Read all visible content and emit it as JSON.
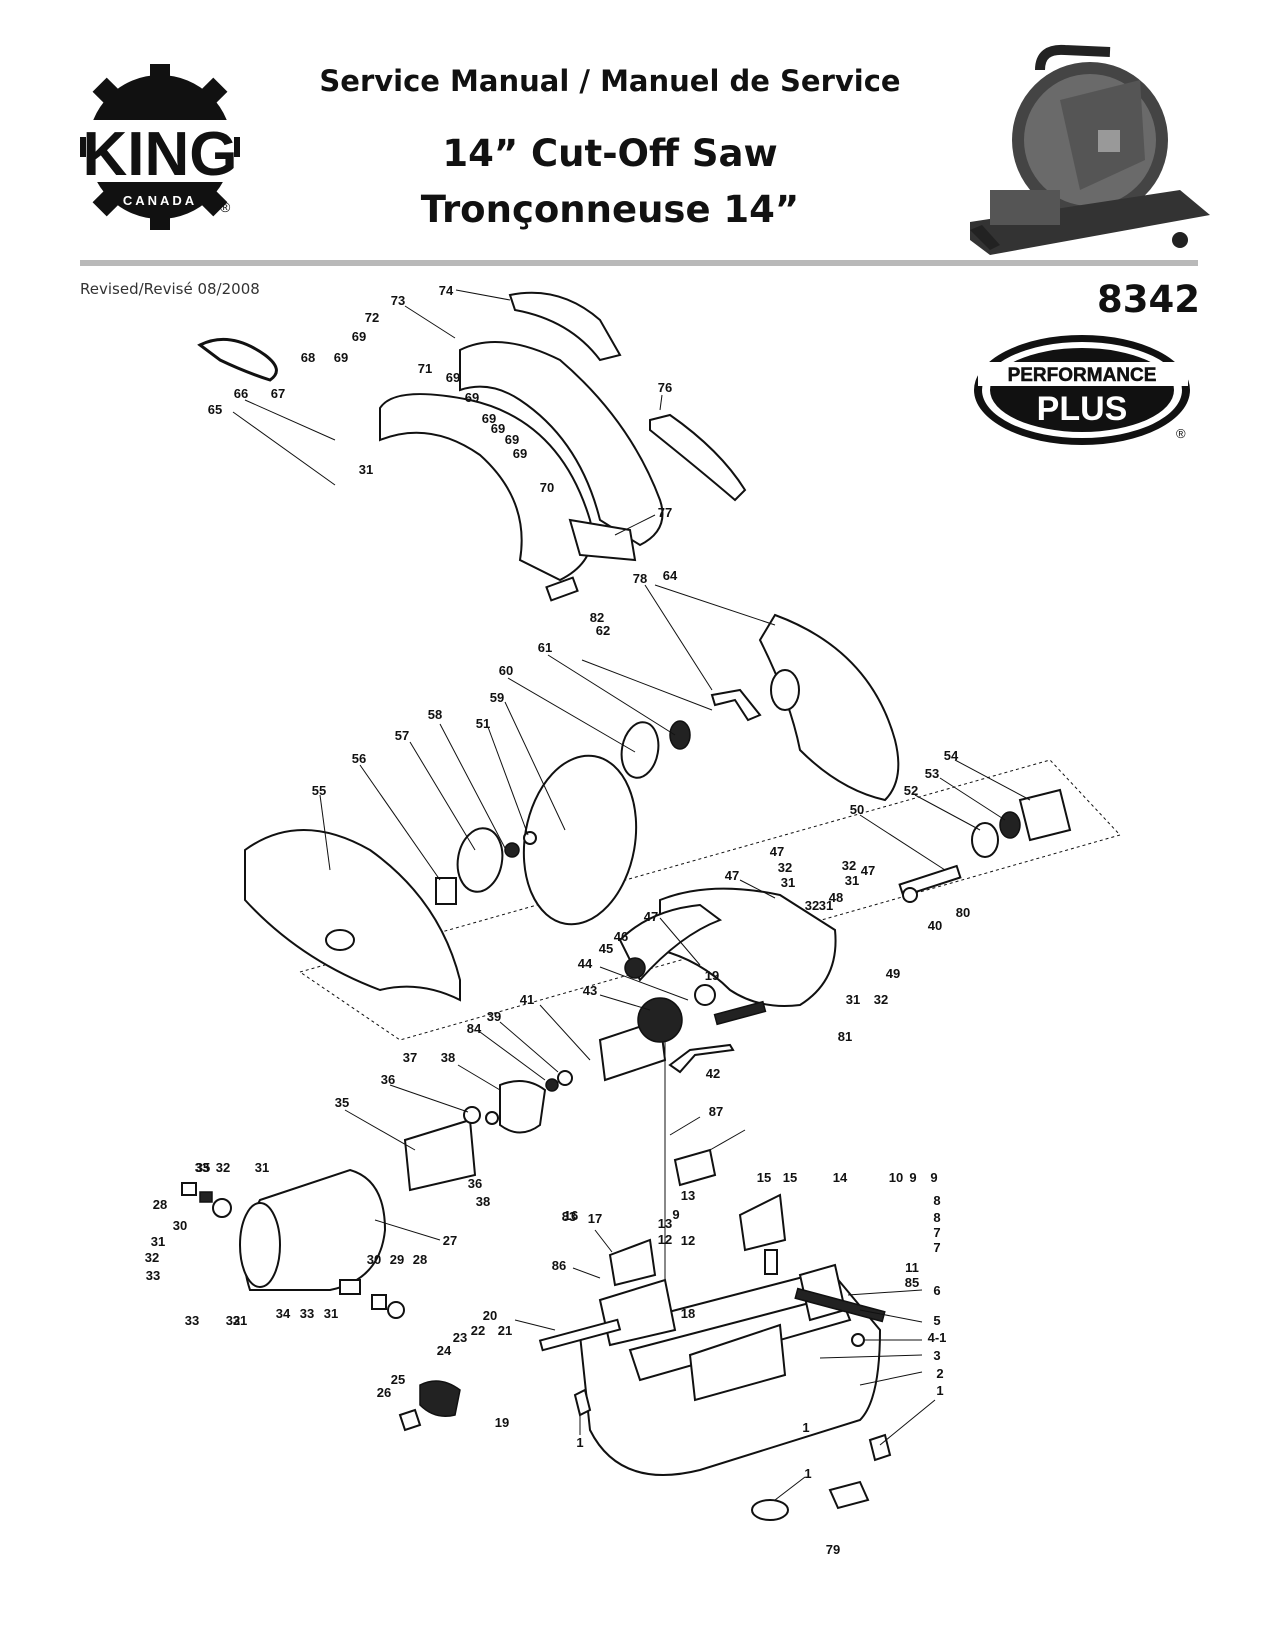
{
  "header": {
    "brand_word": "KING",
    "brand_sub": "CANADA",
    "brand_mark": "®",
    "title_line1": "Service Manual / Manuel de Service",
    "title_line2": "14” Cut-Off Saw",
    "title_line3": "Tronçonneuse 14”",
    "revised": "Revised/Revisé 08/2008",
    "model_number": "8342",
    "badge_line1": "PERFORMANCE",
    "badge_line2": "PLUS",
    "badge_mark": "®"
  },
  "colors": {
    "ink": "#111111",
    "rule": "#b9b9b9",
    "paper": "#ffffff"
  },
  "diagram": {
    "callouts": [
      "1",
      "1",
      "1",
      "1",
      "2",
      "3",
      "4-1",
      "5",
      "6",
      "7",
      "7",
      "8",
      "8",
      "9",
      "9",
      "9",
      "10",
      "11",
      "12",
      "12",
      "13",
      "13",
      "14",
      "15",
      "15",
      "16",
      "17",
      "18",
      "19",
      "19",
      "20",
      "21",
      "22",
      "23",
      "24",
      "25",
      "26",
      "27",
      "28",
      "28",
      "29",
      "30",
      "30",
      "31",
      "31",
      "31",
      "31",
      "31",
      "31",
      "31",
      "31",
      "31",
      "32",
      "32",
      "32",
      "32",
      "32",
      "32",
      "32",
      "33",
      "33",
      "33",
      "33",
      "34",
      "35",
      "35",
      "36",
      "36",
      "37",
      "38",
      "38",
      "39",
      "40",
      "41",
      "42",
      "43",
      "44",
      "45",
      "46",
      "47",
      "47",
      "47",
      "47",
      "48",
      "49",
      "50",
      "51",
      "52",
      "53",
      "54",
      "55",
      "56",
      "57",
      "58",
      "59",
      "60",
      "61",
      "62",
      "64",
      "65",
      "66",
      "67",
      "68",
      "69",
      "69",
      "69",
      "69",
      "69",
      "69",
      "69",
      "69",
      "70",
      "71",
      "72",
      "73",
      "74",
      "76",
      "77",
      "78",
      "79",
      "80",
      "81",
      "82",
      "83",
      "84",
      "85",
      "86",
      "87"
    ]
  }
}
